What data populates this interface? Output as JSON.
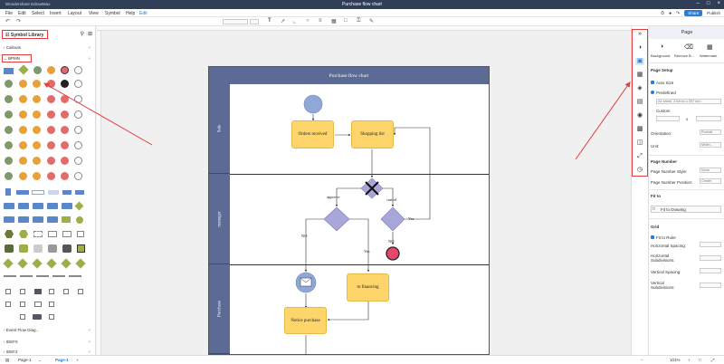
{
  "window": {
    "app": "Wondershare EdrawMax",
    "title": "Purchase flow chart"
  },
  "menu": [
    "File",
    "Edit",
    "Select",
    "Insert",
    "Layout",
    "View",
    "Symbol",
    "Help",
    "Edit"
  ],
  "actions": {
    "share": "Share",
    "publish": "Publish"
  },
  "left_panel": {
    "title": "Symbol Library",
    "categories_top": [
      "Callouts",
      "BPMN"
    ],
    "categories_bottom": [
      "Event Flow Diag...",
      "IDEF0",
      "IDEF2"
    ]
  },
  "diagram": {
    "title": "Purchase flow chart",
    "lanes": [
      "Sale",
      "manager",
      "Purchase"
    ],
    "tasks": {
      "orders": "Orders received",
      "shopping": "Shopping list",
      "financing": "to financing",
      "notice": "Notice purchase"
    },
    "labels": {
      "approve": "approve",
      "cancel": "cancel",
      "yes1": "Yes",
      "no1": "NO",
      "yes2": "Yes",
      "no2": "NO"
    },
    "colors": {
      "lane": "#5b6b95",
      "task": "#fdd56b",
      "gateway": "#a9a6d9",
      "start": "#8fa8d8",
      "end": "#e5486a",
      "highlight": "#e23c3c"
    }
  },
  "right_panel": {
    "header": "Page",
    "top_buttons": [
      "Background",
      "Remove B...",
      "Watermark"
    ],
    "page_setup": {
      "heading": "Page Setup",
      "auto_size": "Auto Size",
      "predefined": "Predefined",
      "predefined_value": "A4 sheet, 210mm x 297 mm",
      "custom": "Custom",
      "times": "x",
      "orientation_label": "Orientation:",
      "orientation_value": "Portrait",
      "unit_label": "Unit:",
      "unit_value": "Millim..."
    },
    "page_number": {
      "heading": "Page Number",
      "style_label": "Page Number Style:",
      "style_value": "None",
      "position_label": "Page Number Position:",
      "position_value": "Center"
    },
    "fit_to": {
      "heading": "Fit to",
      "button": "Fit to Drawing"
    },
    "grid": {
      "heading": "Grid",
      "fit_to_ruler": "Fit to Ruler",
      "horizontal_spacing": "Horizontal Spacing:",
      "horizontal_subdivisions": "Horizontal Subdivisions:",
      "vertical_spacing": "Vertical Spacing:",
      "vertical_subdivisions": "Vertical Subdivisions:"
    }
  },
  "status": {
    "page_tab": "Page-1",
    "page_tab_active": "Page-1",
    "zoom": "101%"
  }
}
